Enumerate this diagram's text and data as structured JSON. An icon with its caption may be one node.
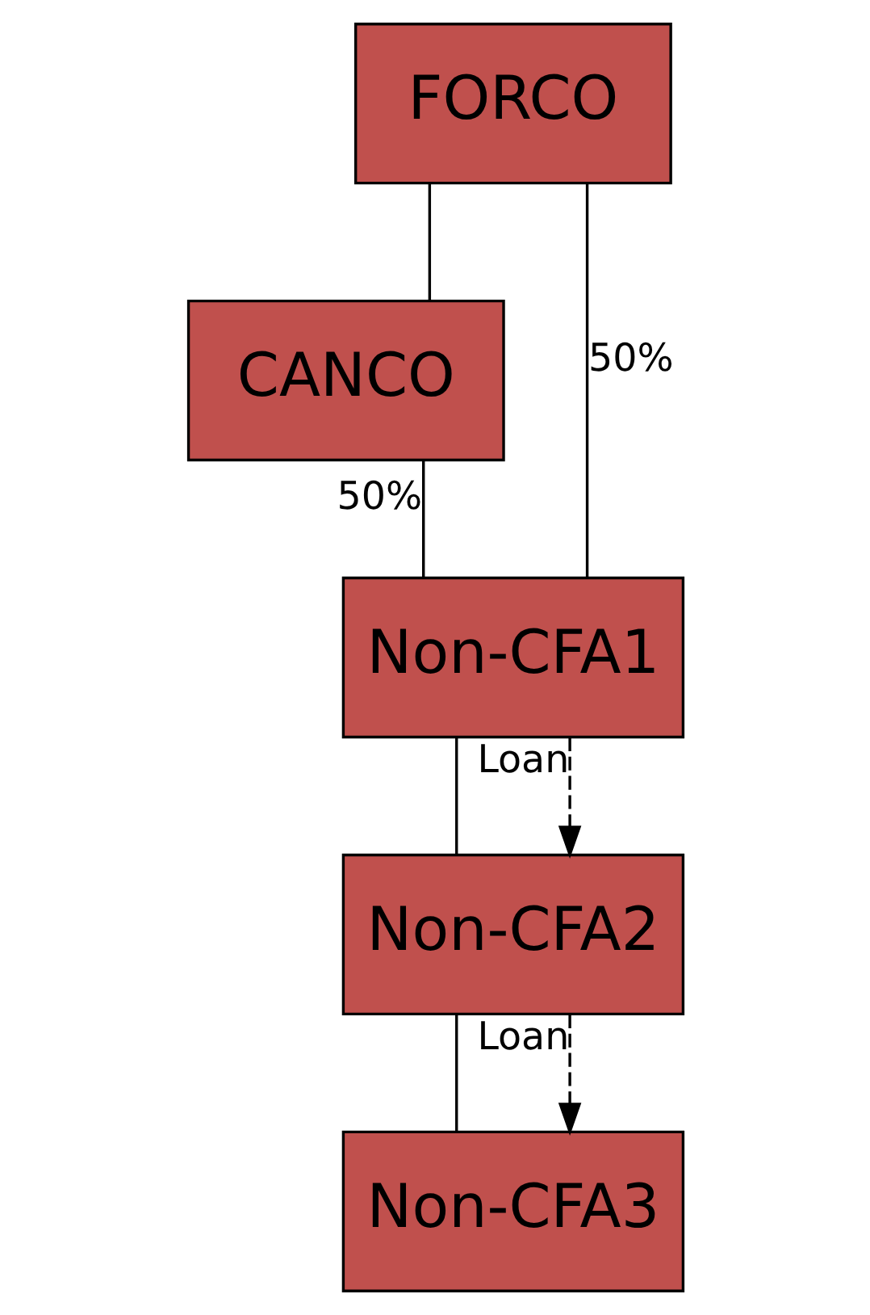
{
  "diagram": {
    "nodes": [
      {
        "text": [
          "FORCO"
        ]
      },
      {
        "text": [
          "CANCO"
        ]
      },
      {
        "text": [
          "Non-CFA1"
        ]
      },
      {
        "text": [
          "Non-CFA2"
        ]
      },
      {
        "text": [
          "Non-CFA3"
        ]
      }
    ],
    "edges": [
      {
        "from": 0,
        "to": 1,
        "arrow": "none"
      },
      {
        "from": 0,
        "to": 2,
        "arrow": "none",
        "label": "50%"
      },
      {
        "from": 1,
        "to": 2,
        "arrow": "none",
        "label": "50%"
      },
      {
        "from": 2,
        "to": 3,
        "arrow": "none"
      },
      {
        "from": 2,
        "to": 3,
        "arrow": "to",
        "style": "dashed",
        "label": "Loan"
      },
      {
        "from": 3,
        "to": 4,
        "arrow": "none"
      },
      {
        "from": 3,
        "to": 4,
        "arrow": "to",
        "style": "dashed",
        "label": "Loan"
      }
    ]
  }
}
